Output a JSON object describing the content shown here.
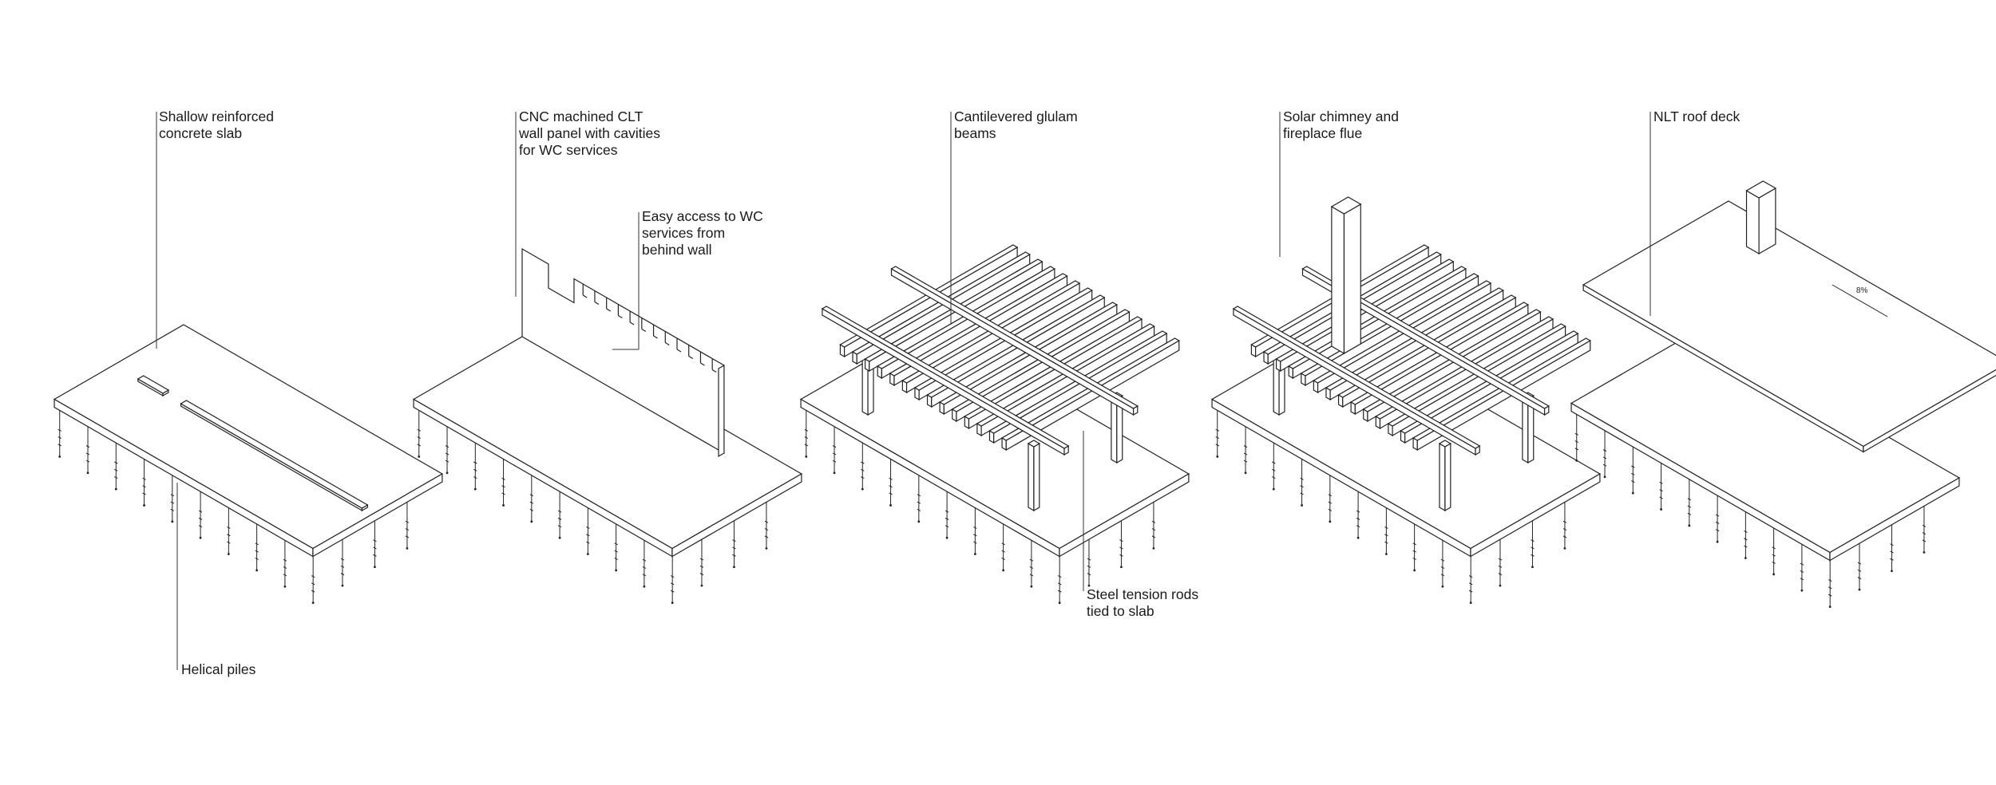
{
  "labels": {
    "slab": [
      "Shallow reinforced",
      "concrete slab"
    ],
    "piles": [
      "Helical piles"
    ],
    "clt": [
      "CNC machined CLT",
      "wall panel with cavities",
      "for WC services"
    ],
    "access": [
      "Easy access to WC",
      "services from",
      "behind wall"
    ],
    "glulam": [
      "Cantilevered glulam",
      "beams"
    ],
    "rods": [
      "Steel tension rods",
      "tied to slab"
    ],
    "chimney": [
      "Solar chimney and",
      "fireplace flue"
    ],
    "roof": [
      "NLT roof deck"
    ],
    "slope": "8%"
  },
  "colors": {
    "line": "#222222",
    "text": "#1a1a1a",
    "background": "#ffffff"
  }
}
